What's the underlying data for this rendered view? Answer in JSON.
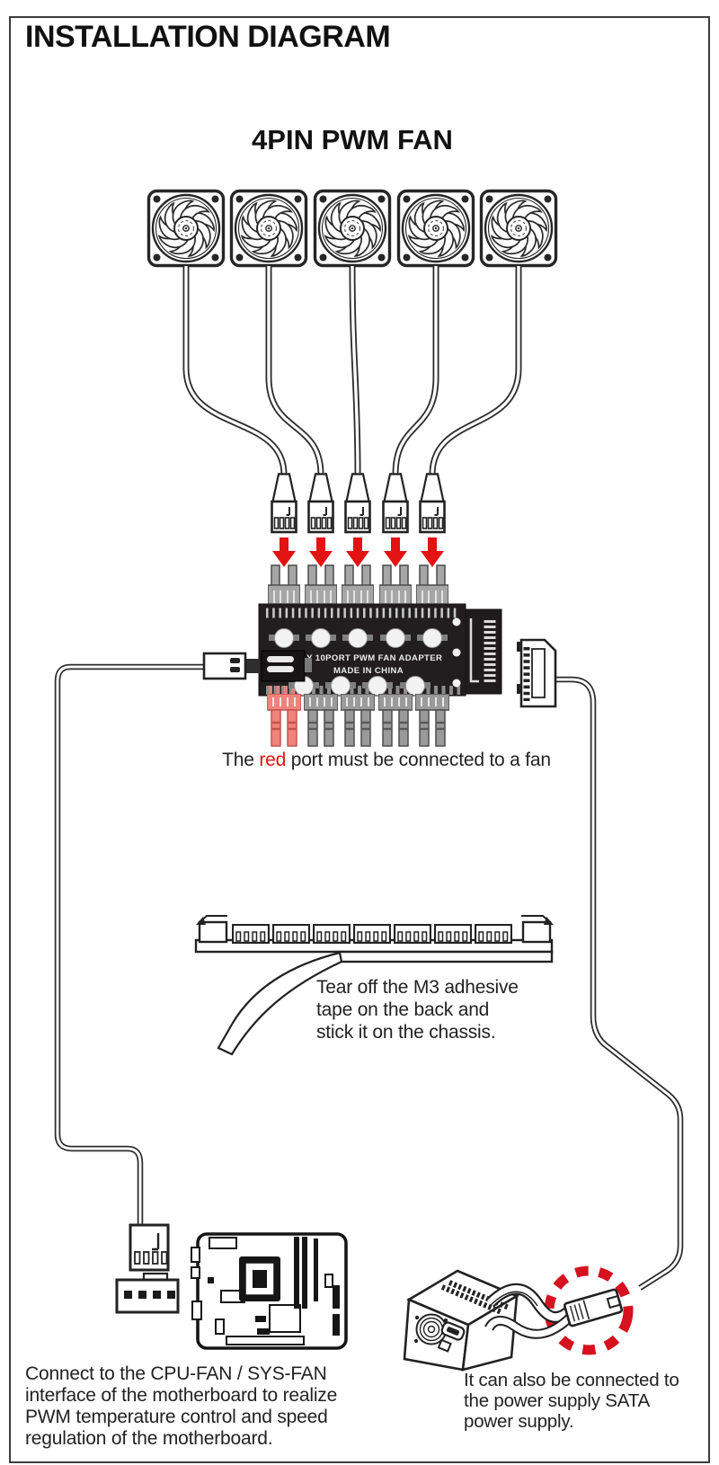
{
  "page": {
    "title": "INSTALLATION DIAGRAM",
    "heading": "4PIN PWM FAN"
  },
  "hub": {
    "pcb_label_line1": "L&Y 10PORT PWM FAN ADAPTER",
    "pcb_label_line2": "MADE IN CHINA",
    "fan_count": 5,
    "top_port_count": 5,
    "bottom_port_count": 5,
    "red_port_position": "bottom-left"
  },
  "captions": {
    "red_port": {
      "before": "The ",
      "highlight": "red",
      "after": " port must be connected to a fan"
    },
    "tape_lines": [
      "Tear off the M3 adhesive",
      "tape on the back and",
      "stick it on the chassis."
    ],
    "motherboard_lines": [
      "Connect to the CPU-FAN / SYS-FAN",
      "interface of the motherboard to realize",
      "PWM temperature control and speed",
      "regulation of the motherboard."
    ],
    "psu_lines": [
      "It can also be connected to",
      "the power supply SATA",
      "power supply."
    ]
  },
  "colors": {
    "ink": "#1f1f1f",
    "arrow_red": "#e31313",
    "dash_red": "#d5121e",
    "pcb_black": "#221e1f",
    "port_gray": "#9a9a9a",
    "port_gray_stroke": "#4c4c4c",
    "red_port_fill": "#f0837c",
    "red_port_stroke": "#c4554c",
    "border_gray": "#3c3c3c"
  }
}
